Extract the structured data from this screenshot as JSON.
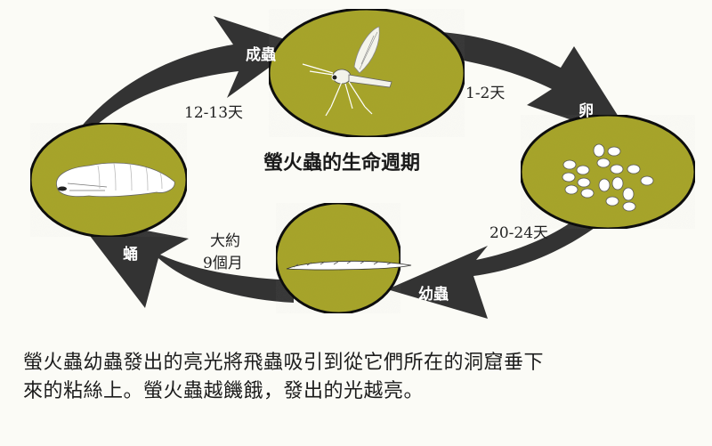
{
  "diagram": {
    "title": "螢火蟲的生命週期",
    "colors": {
      "background": "#fbfbf6",
      "stage_fill": "#a7a52c",
      "arrow_fill": "#333333",
      "stage_outline": "#111111",
      "text_white": "#ffffff"
    },
    "stages": [
      {
        "id": "adult",
        "label": "成蟲",
        "icon": "mosquito-like-fly-icon"
      },
      {
        "id": "egg",
        "label": "卵",
        "icon": "egg-cluster-icon"
      },
      {
        "id": "larva",
        "label": "幼蟲",
        "icon": "larva-icon"
      },
      {
        "id": "pupa",
        "label": "蛹",
        "icon": "pupa-icon"
      }
    ],
    "durations": {
      "adult_to_egg": "1-2天",
      "egg_to_larva": "20-24天",
      "larva_to_pupa_line1": "大約",
      "larva_to_pupa_line2": "9個月",
      "pupa_to_adult": "12-13天"
    }
  },
  "caption": {
    "line1": "螢火蟲幼蟲發出的亮光將飛蟲吸引到從它們所在的洞窟垂下",
    "line2": "來的粘絲上。螢火蟲越饑餓，發出的光越亮。"
  }
}
